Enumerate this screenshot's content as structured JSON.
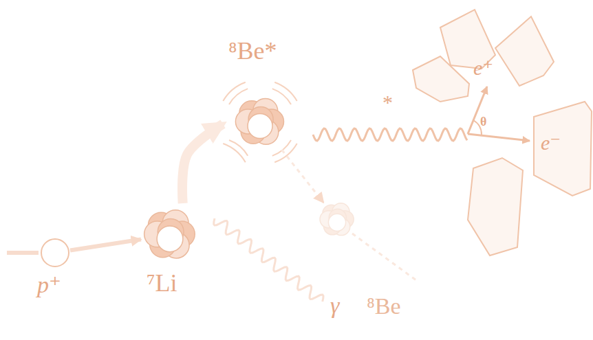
{
  "diagram": {
    "nodes": [
      {
        "text": [
          "p⁺"
        ]
      },
      {
        "text": [
          "⁷Li"
        ]
      },
      {
        "text": [
          "⁸Be*"
        ]
      },
      {
        "text": [
          "⁸Be"
        ]
      }
    ],
    "edges": [
      {
        "from": 0,
        "to": 1,
        "arrow": "to"
      },
      {
        "from": 1,
        "to": 2,
        "arrow": "to"
      },
      {
        "from": 2,
        "to": 3,
        "arrow": "to"
      }
    ],
    "labels": [
      "*",
      "e⁺",
      "θ",
      "e⁻",
      "γ"
    ]
  }
}
